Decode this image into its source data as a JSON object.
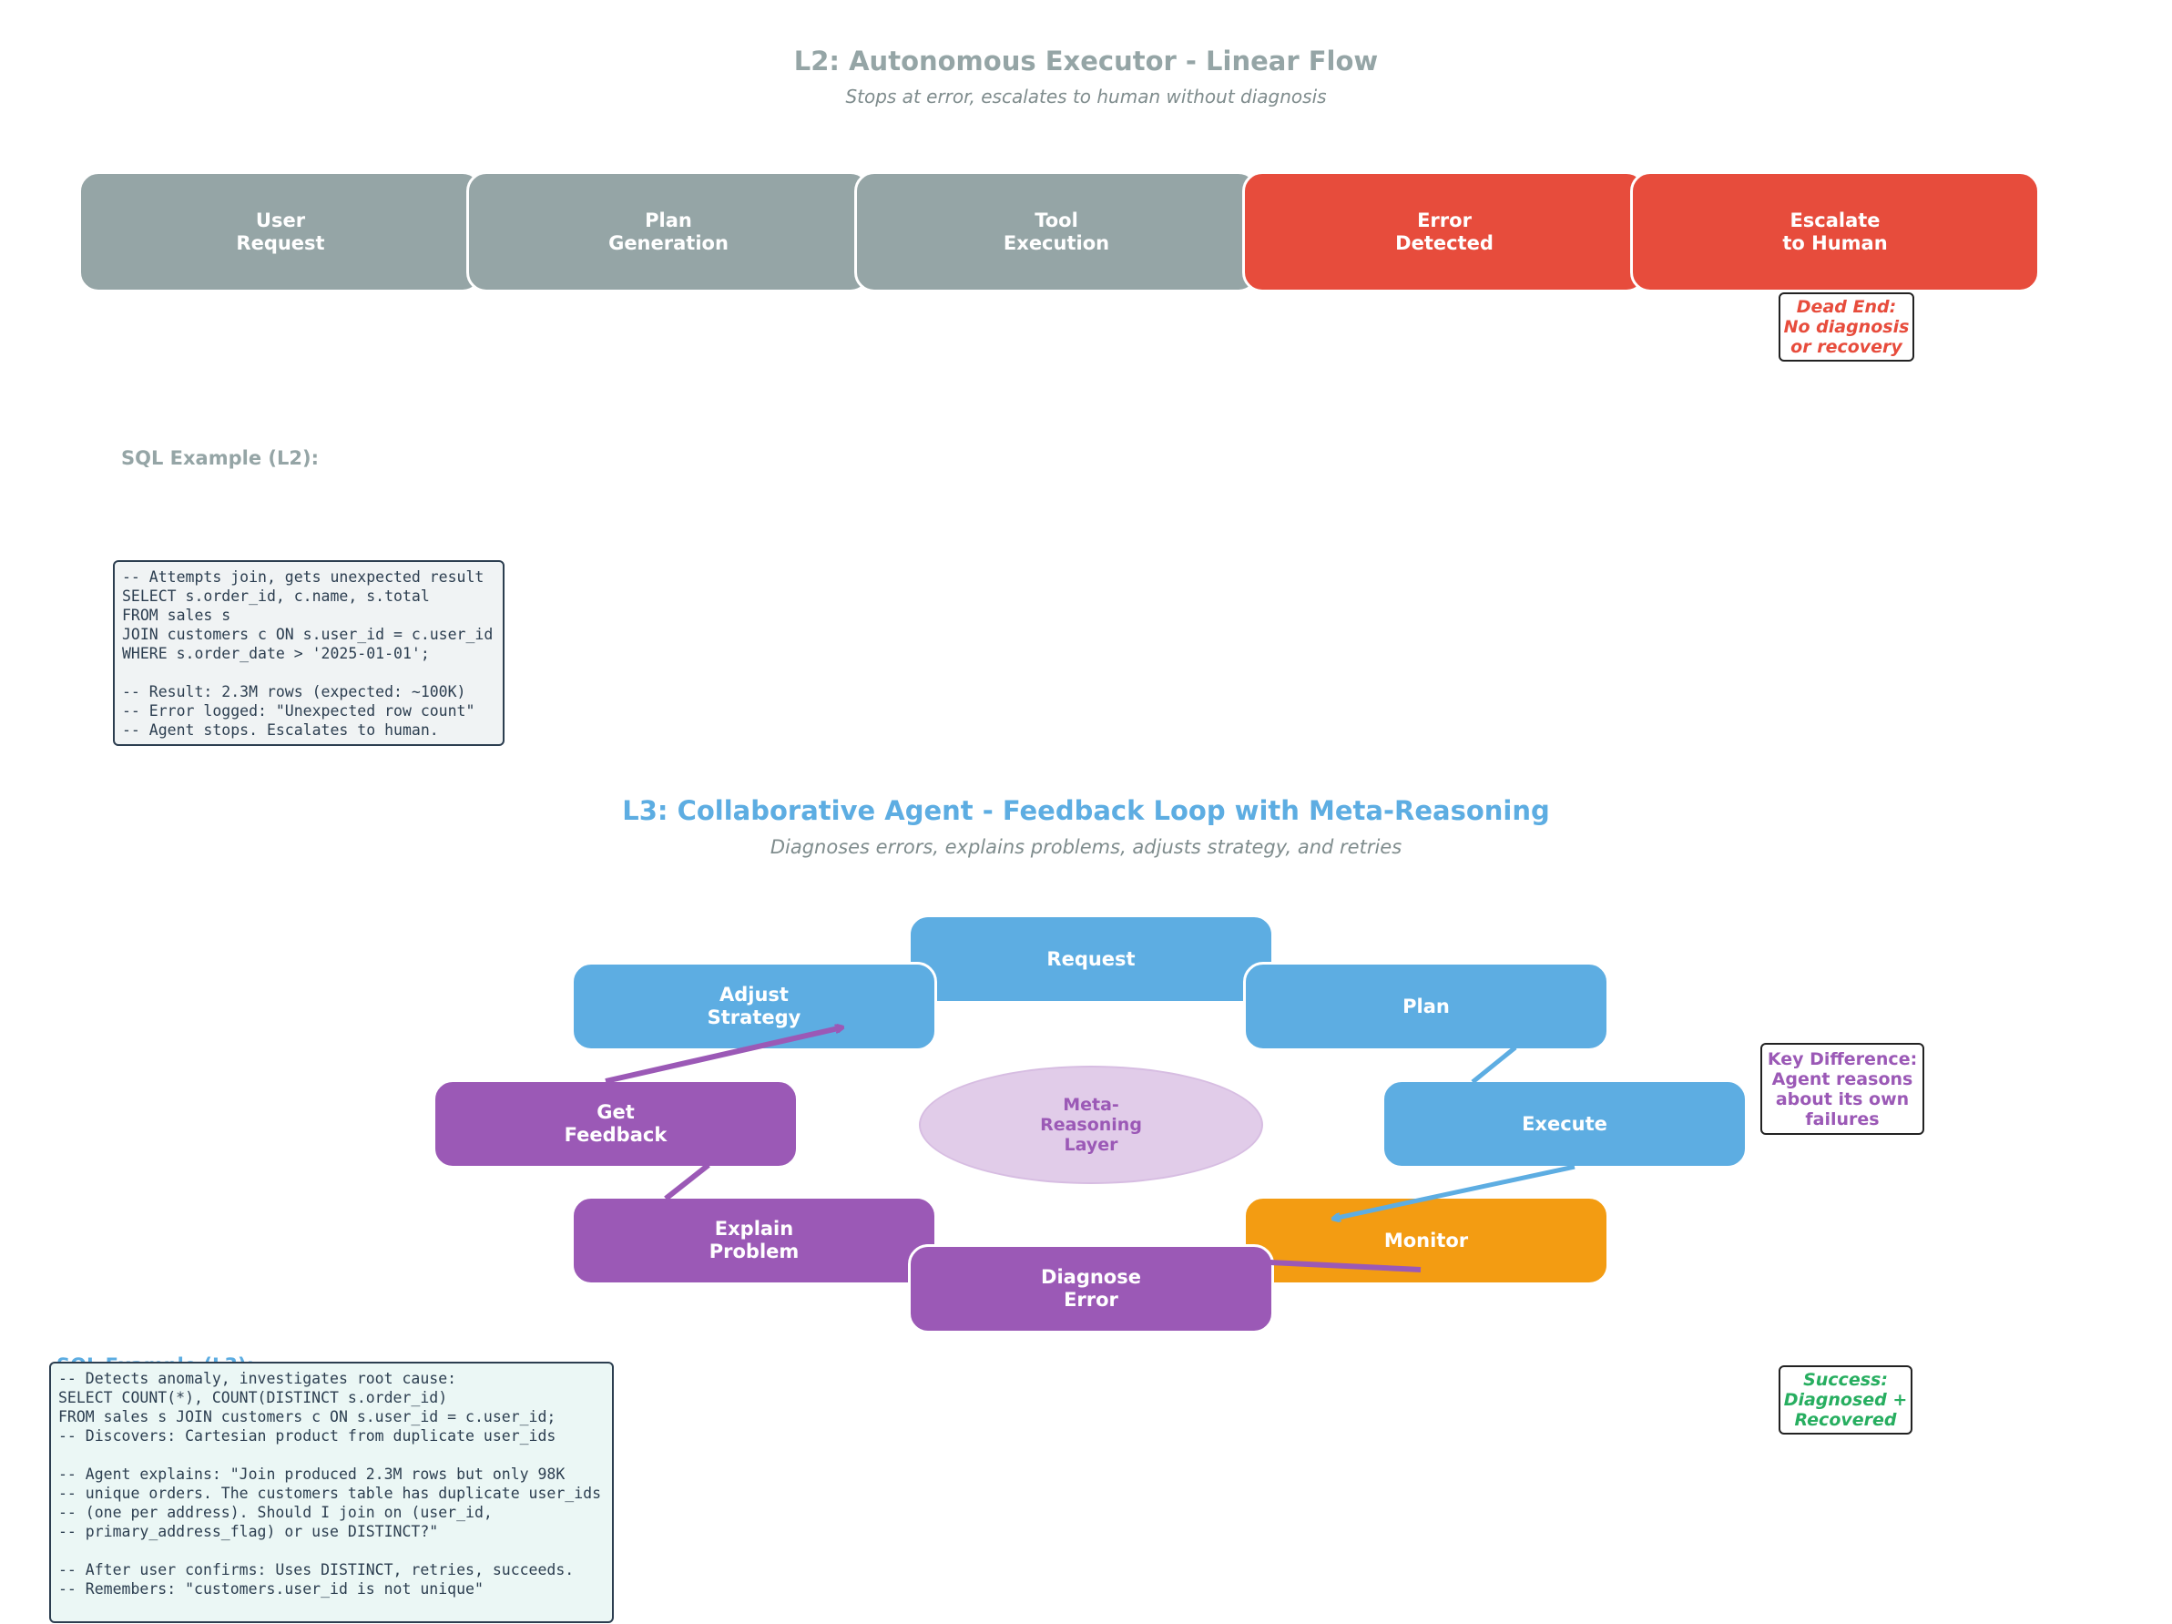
{
  "l2": {
    "title": "L2: Autonomous Executor - Linear Flow",
    "subtitle": "Stops at error, escalates to human without diagnosis",
    "boxes": [
      "User\nRequest",
      "Plan\nGeneration",
      "Tool\nExecution",
      "Error\nDetected",
      "Escalate\nto Human"
    ],
    "dead_end_note": "Dead End:\nNo diagnosis\nor recovery",
    "sql_heading": "SQL Example (L2):",
    "sql_code": "-- Attempts join, gets unexpected result\nSELECT s.order_id, c.name, s.total\nFROM sales s\nJOIN customers c ON s.user_id = c.user_id\nWHERE s.order_date > '2025-01-01';\n\n-- Result: 2.3M rows (expected: ~100K)\n-- Error logged: \"Unexpected row count\"\n-- Agent stops. Escalates to human."
  },
  "l3": {
    "title": "L3: Collaborative Agent - Feedback Loop with Meta-Reasoning",
    "subtitle": "Diagnoses errors, explains problems, adjusts strategy, and retries",
    "nodes": {
      "request": "Request",
      "plan": "Plan",
      "execute": "Execute",
      "monitor": "Monitor",
      "diagnose": "Diagnose\nError",
      "explain": "Explain\nProblem",
      "feedback": "Get\nFeedback",
      "adjust": "Adjust\nStrategy"
    },
    "center": "Meta-\nReasoning\nLayer",
    "key_note": "Key Difference:\nAgent reasons\nabout its own\nfailures",
    "success_note": "Success:\nDiagnosed +\nRecovered",
    "sql_heading": "SQL Example (L3):",
    "sql_code": "-- Detects anomaly, investigates root cause:\nSELECT COUNT(*), COUNT(DISTINCT s.order_id)\nFROM sales s JOIN customers c ON s.user_id = c.user_id;\n-- Discovers: Cartesian product from duplicate user_ids\n\n-- Agent explains: \"Join produced 2.3M rows but only 98K\n-- unique orders. The customers table has duplicate user_ids\n-- (one per address). Should I join on (user_id,\n-- primary_address_flag) or use DISTINCT?\"\n\n-- After user confirms: Uses DISTINCT, retries, succeeds.\n-- Remembers: \"customers.user_id is not unique\""
  },
  "colors": {
    "gray": "#95a5a6",
    "red": "#e74c3c",
    "blue": "#5dade2",
    "purple": "#9b59b6",
    "orange": "#f39c12",
    "green": "#27ae60",
    "lavender": "#e1cce9"
  }
}
